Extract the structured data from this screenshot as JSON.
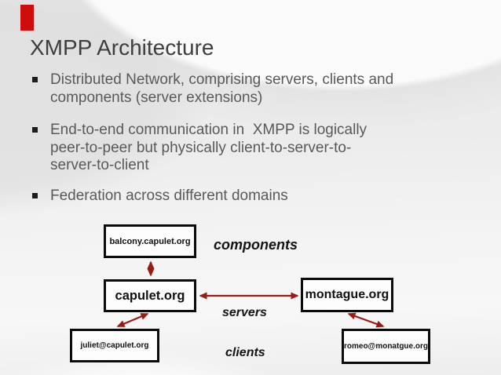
{
  "slide": {
    "title": "XMPP Architecture",
    "bullets": [
      {
        "text": "Distributed Network, comprising servers, clients and\ncomponents (server extensions)"
      },
      {
        "text": "End-to-end communication in  XMPP is logically\npeer-to-peer but physically client-to-server-to-\nserver-to-client"
      },
      {
        "text": "Federation across different domains"
      }
    ]
  },
  "diagram": {
    "boxes": {
      "component": "balcony.capulet.org",
      "server_left": "capulet.org",
      "server_right": "montague.org",
      "client_left": "juliet@capulet.org",
      "client_right": "romeo@monatgue.org"
    },
    "tier_labels": {
      "components": "components",
      "servers": "servers",
      "clients": "clients"
    },
    "edges": [
      {
        "from": "balcony.capulet.org",
        "to": "capulet.org",
        "style": "double-headed"
      },
      {
        "from": "capulet.org",
        "to": "montague.org",
        "style": "double-headed"
      },
      {
        "from": "juliet@capulet.org",
        "to": "capulet.org",
        "style": "double-headed"
      },
      {
        "from": "romeo@monatgue.org",
        "to": "montague.org",
        "style": "double-headed"
      }
    ]
  },
  "colors": {
    "accent_bar": "#cf0c0c",
    "arrow": "#9a1a15",
    "title_text": "#3e3e3e",
    "body_text": "#595959",
    "box_border": "#0b0b0b",
    "box_fill": "#fdfdfd",
    "label_text": "#141414"
  }
}
